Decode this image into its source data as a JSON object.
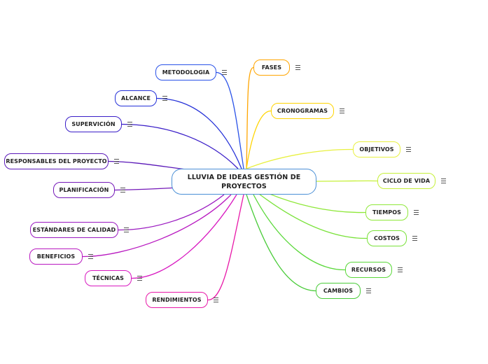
{
  "root": {
    "label": "LLUVIA DE IDEAS GESTIÓN DE PROYECTOS"
  },
  "nodes": [
    {
      "key": "fases",
      "label": "FASES",
      "color": "#ffa500"
    },
    {
      "key": "cronogramas",
      "label": "CRONOGRAMAS",
      "color": "#ffd400"
    },
    {
      "key": "objetivos",
      "label": "OBJETIVOS",
      "color": "#e8f040"
    },
    {
      "key": "ciclo-de-vida",
      "label": "CICLO DE VIDA",
      "color": "#c6f03a"
    },
    {
      "key": "tiempos",
      "label": "TIEMPOS",
      "color": "#8fe83a"
    },
    {
      "key": "costos",
      "label": "COSTOS",
      "color": "#7ae23a"
    },
    {
      "key": "recursos",
      "label": "RECURSOS",
      "color": "#5ad83a"
    },
    {
      "key": "cambios",
      "label": "CAMBIOS",
      "color": "#4acc3a"
    },
    {
      "key": "metodologia",
      "label": "METODOLOGIA",
      "color": "#2a52e8"
    },
    {
      "key": "alcance",
      "label": "ALCANCE",
      "color": "#2430d8"
    },
    {
      "key": "supervision",
      "label": "SUPERVICIÓN",
      "color": "#3a1ec8"
    },
    {
      "key": "responsables-del-proyecto",
      "label": "RESPONSABLES DEL PROYECTO",
      "color": "#5a18b8"
    },
    {
      "key": "planificacion",
      "label": "PLANIFICACIÓN",
      "color": "#7418b8"
    },
    {
      "key": "estandares-de-calidad",
      "label": "ESTÁNDARES DE CALIDAD",
      "color": "#9a18c0"
    },
    {
      "key": "beneficios",
      "label": "BENEFICIOS",
      "color": "#b818c0"
    },
    {
      "key": "tecnicas",
      "label": "TÉCNICAS",
      "color": "#d818c0"
    },
    {
      "key": "rendimientos",
      "label": "RENDIMIENTOS",
      "color": "#e818a8"
    }
  ]
}
